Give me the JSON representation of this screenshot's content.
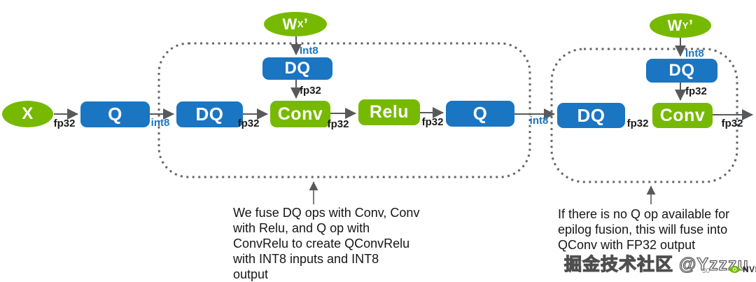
{
  "colors": {
    "nvidia_green": "#76b900",
    "nvidia_blue": "#1a75c2",
    "arrow_gray": "#58595b",
    "dash_gray": "#646567",
    "text_dark": "#161616"
  },
  "diagram": {
    "input_node": "X",
    "weight_x": {
      "base": "W",
      "sub": "X",
      "prime": "’"
    },
    "weight_y": {
      "base": "W",
      "sub": "Y",
      "prime": "’"
    },
    "cluster1": {
      "q_in": "Q",
      "dq": "DQ",
      "weight_dq": "DQ",
      "conv": "Conv",
      "relu": "Relu",
      "q_out": "Q"
    },
    "cluster2": {
      "dq": "DQ",
      "weight_dq": "DQ",
      "conv": "Conv"
    },
    "edge_labels": {
      "x_to_q": "fp32",
      "q_to_dq": "int8",
      "dq_to_conv": "fp32",
      "wx_to_dq": "Int8",
      "wxdq_to_conv": "fp32",
      "conv_to_relu": "fp32",
      "relu_to_q": "fp32",
      "q_to_cluster2": "int8",
      "dq2_to_conv2": "fp32",
      "wy_to_dq": "Int8",
      "wydq_to_conv2": "fp32",
      "conv2_out": "fp32"
    }
  },
  "annotations": {
    "left_note_lines": [
      "We fuse DQ ops with Conv, Conv",
      "with Relu, and Q op with",
      "ConvRelu to create QConvRelu",
      "with INT8 inputs and INT8",
      "output"
    ],
    "right_note_lines": [
      "If there is no Q op available for",
      "epilog fusion, this will fuse into",
      "QConv with FP32 output"
    ]
  },
  "footer": {
    "slide_number": "30",
    "watermark": "掘金技术社区 @Yzzzu",
    "logo": "NVIDIA"
  }
}
